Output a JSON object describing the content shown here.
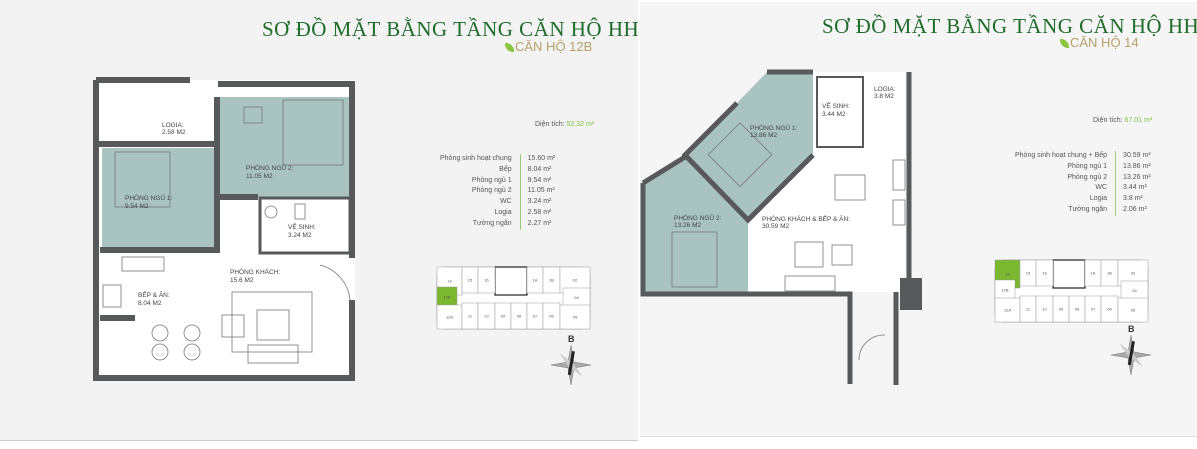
{
  "left": {
    "title": "SƠ ĐỒ MẶT BẰNG TẦNG CĂN HỘ HHI",
    "subtitle": "CĂN HỘ 12B",
    "area_label": "Diện tích:",
    "area_value": "52.32 m²",
    "rows": [
      {
        "k": "Phòng sinh hoạt chung",
        "v": "15.60 m²"
      },
      {
        "k": "Bếp",
        "v": "8.04 m²"
      },
      {
        "k": "Phòng ngủ 1",
        "v": "9.54 m²"
      },
      {
        "k": "Phòng ngủ 2",
        "v": "11.05 m²"
      },
      {
        "k": "WC",
        "v": "3.24 m²"
      },
      {
        "k": "Logia",
        "v": "2.58 m²"
      },
      {
        "k": "Tường ngăn",
        "v": "2.27 m²"
      }
    ],
    "rooms": {
      "logia": [
        "LOGIA:",
        "2.58 M2"
      ],
      "bed2": [
        "PHÒNG NGỦ 2:",
        "11.05 M2"
      ],
      "bed1": [
        "PHÒNG NGỦ 1:",
        "9.54 M2"
      ],
      "wc": [
        "VỆ SINH:",
        "3.24 M2"
      ],
      "living": [
        "PHÒNG KHÁCH:",
        "15.6 M2"
      ],
      "kitchen": [
        "BẾP & ĂN:",
        "8.04 M2"
      ]
    },
    "highlighted_unit": "12B",
    "compass_label": "B"
  },
  "right": {
    "title": "SƠ ĐỒ MẶT BẰNG TẦNG CĂN HỘ HHI",
    "subtitle": "CĂN HỘ 14",
    "area_label": "Diện tích:",
    "area_value": "67.01 m²",
    "rows": [
      {
        "k": "Phòng sinh hoạt chung + Bếp",
        "v": "30.59 m²"
      },
      {
        "k": "Phòng ngủ 1",
        "v": "13.86 m²"
      },
      {
        "k": "Phòng ngủ 2",
        "v": "13.26 m²"
      },
      {
        "k": "WC",
        "v": "3.44 m²"
      },
      {
        "k": "Logia",
        "v": "3.8 m²"
      },
      {
        "k": "Tường ngăn",
        "v": "2.06 m²"
      }
    ],
    "rooms": {
      "bed1": [
        "PHÒNG NGỦ 1:",
        "13.86 M2"
      ],
      "bed2": [
        "PHÒNG NGỦ 2:",
        "13.26 M2"
      ],
      "wc": [
        "VỆ SINH:",
        "3.44 M2"
      ],
      "logia": [
        "LOGIA:",
        "3.8 M2"
      ],
      "living": [
        "PHÒNG KHÁCH & BẾP & ĂN:",
        "30.59 M2"
      ]
    },
    "highlighted_unit": "14",
    "compass_label": "B"
  },
  "key_plan_units": [
    "14",
    "15",
    "16",
    "1A",
    "1B",
    "02",
    "04",
    "12B",
    "12A",
    "11",
    "10",
    "09",
    "08",
    "07",
    "06",
    "05"
  ],
  "colors": {
    "title": "#1f6b2a",
    "room_fill": "#a9c3c1",
    "wall": "#58595b",
    "highlight": "#7cb82f",
    "area_value": "#7cc242"
  }
}
